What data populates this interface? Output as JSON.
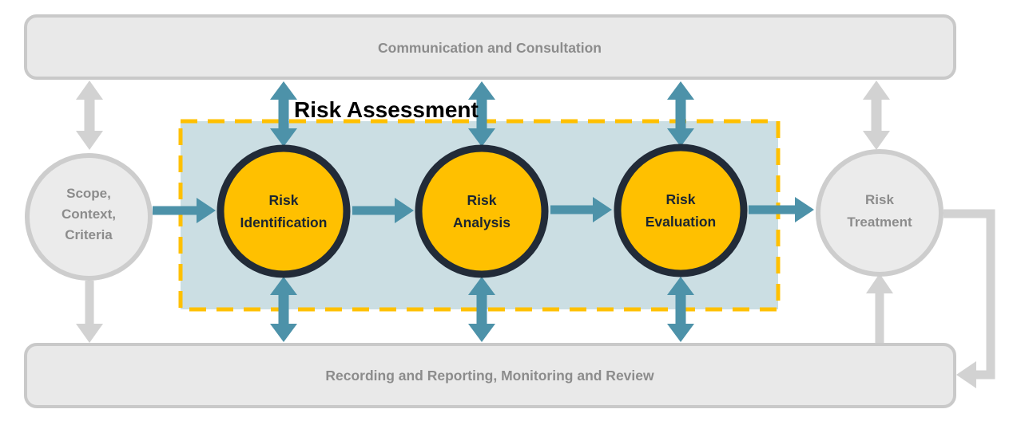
{
  "colors": {
    "teal": "#4D92A9",
    "gold": "#FFC000",
    "assessment_fill": "#CBDEE3",
    "dark_outline": "#222B38",
    "dark_text": "#1B2531",
    "bar_fill": "#E9E9E9",
    "bar_border": "#C9C9C9",
    "gray_arrow": "#D2D2D2",
    "gray_text": "#8C8C8C",
    "node_fill": "#EBEBEB",
    "node_border": "#CDCDCD"
  },
  "top_bar": {
    "label": "Communication and Consultation"
  },
  "bottom_bar": {
    "label": "Recording and Reporting, Monitoring and Review"
  },
  "left_node": {
    "lines": [
      "Scope,",
      "Context,",
      "Criteria"
    ]
  },
  "right_node": {
    "lines": [
      "Risk",
      "Treatment"
    ]
  },
  "assessment": {
    "title": "Risk Assessment",
    "steps": [
      {
        "lines": [
          "Risk",
          "Identification"
        ]
      },
      {
        "lines": [
          "Risk",
          "Analysis"
        ]
      },
      {
        "lines": [
          "Risk",
          "Evaluation"
        ]
      }
    ]
  }
}
